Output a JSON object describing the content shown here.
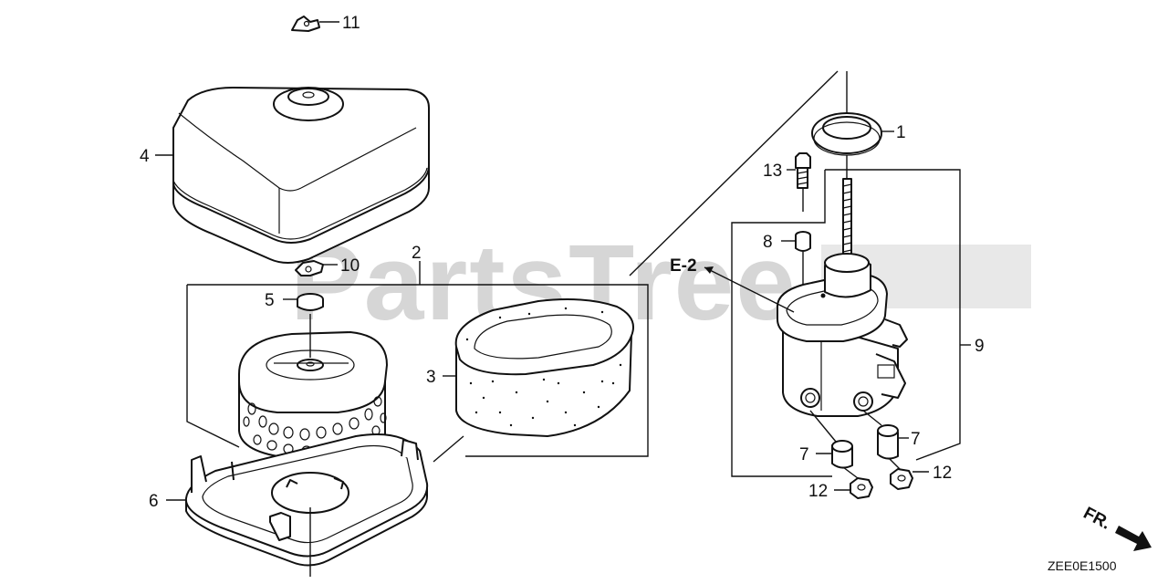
{
  "watermark": "PartsTree",
  "diagram_code": "ZEE0E1500",
  "direction_label": "FR.",
  "ref_label": "E-2",
  "callouts": {
    "c1": "1",
    "c2": "2",
    "c3": "3",
    "c4": "4",
    "c5": "5",
    "c6": "6",
    "c7a": "7",
    "c7b": "7",
    "c8": "8",
    "c9": "9",
    "c10": "10",
    "c11": "11",
    "c12a": "12",
    "c12b": "12",
    "c13": "13"
  }
}
